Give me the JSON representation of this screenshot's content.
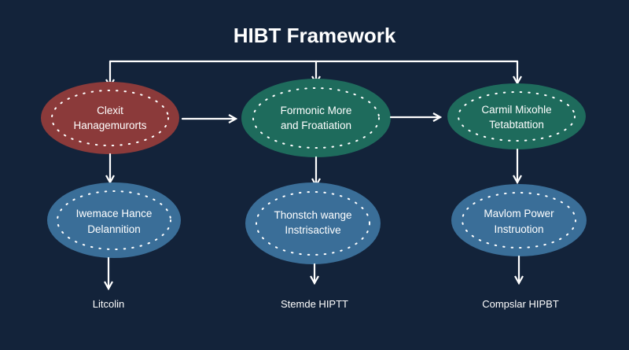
{
  "title": "HIBT Framework",
  "colors": {
    "background": "#13233a",
    "red": "#8b3a3a",
    "green": "#1e6b5c",
    "blue": "#3a6e98"
  },
  "top_row": [
    {
      "line1": "Clexit",
      "line2": "Hanagemurorts",
      "color": "red"
    },
    {
      "line1": "Formonic More",
      "line2": "and Froatiation",
      "color": "green"
    },
    {
      "line1": "Carmil Mixohle",
      "line2": "Tetabtattion",
      "color": "green"
    }
  ],
  "bottom_row": [
    {
      "line1": "Iwemace Hance",
      "line2": "Delannition",
      "color": "blue"
    },
    {
      "line1": "Thonstch wange",
      "line2": "Instrisactive",
      "color": "blue"
    },
    {
      "line1": "Mavlom Power",
      "line2": "Instruotion",
      "color": "blue"
    }
  ],
  "outputs": [
    "Litcolin",
    "Stemde HIPTT",
    "Compslar HIPBT"
  ]
}
